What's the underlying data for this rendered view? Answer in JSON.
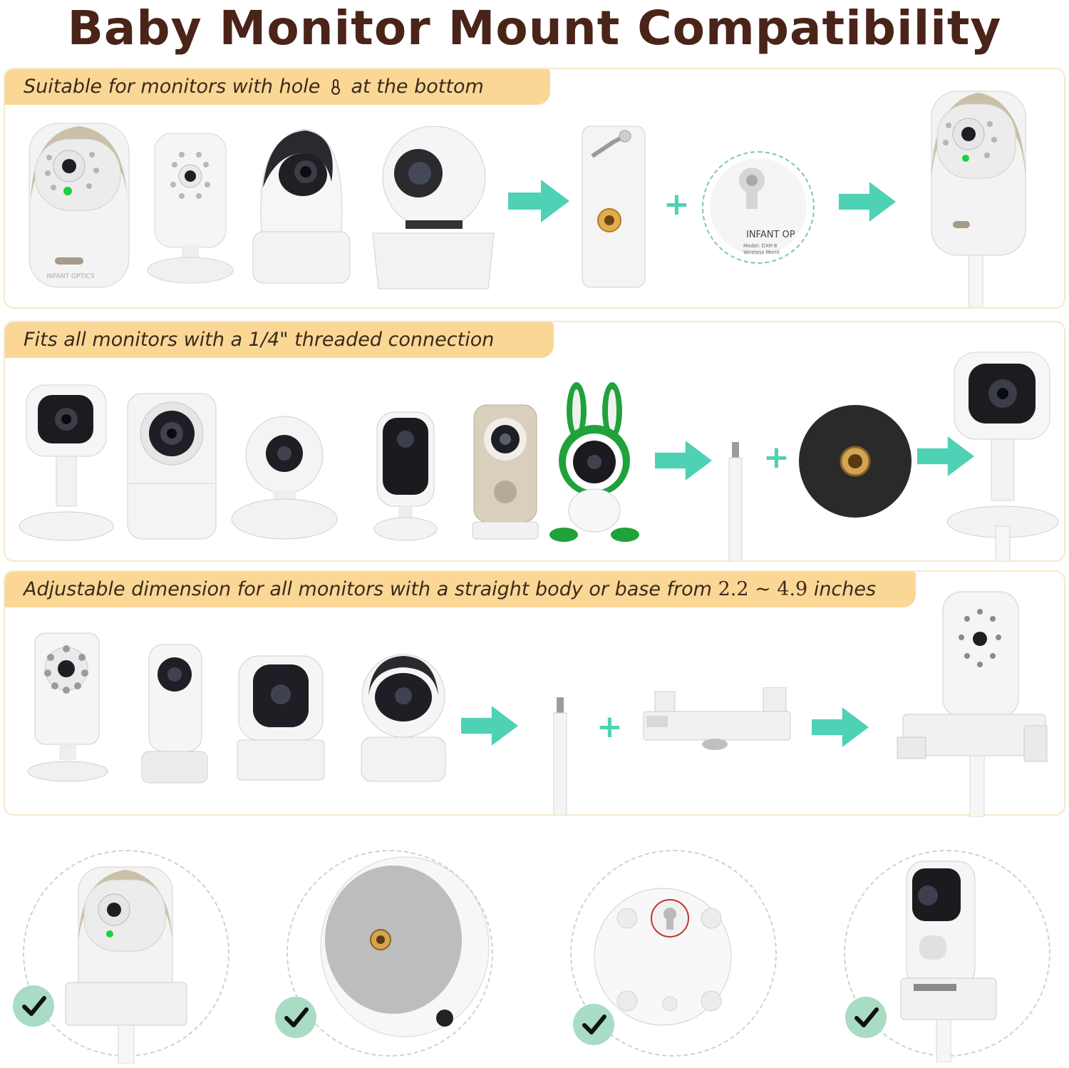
{
  "title": "Baby Monitor Mount Compatibility",
  "sections": [
    {
      "label_pre": "Suitable for monitors with hole",
      "label_post": "at the bottom",
      "icon": "keyhole-icon"
    },
    {
      "label": "Fits all monitors with a 1/4\" threaded connection"
    },
    {
      "label_pre": "Adjustable dimension for all monitors with a straight body or base from ",
      "range": "2.2 ~ 4.9",
      "label_post": " inches"
    }
  ],
  "brand_text": "INFANT OPTICS",
  "model_label": "INFANT OP",
  "model_sub": "Model: DXR-8",
  "model_sub2": "Wireless Monit",
  "colors": {
    "title": "#4a2418",
    "label_bg": "#fbd796",
    "accent": "#4fd1b5",
    "check_bg": "#a9dcc4",
    "border": "#f6e9c9"
  },
  "plus_symbol": "+",
  "check_icons": [
    "checkmark-icon",
    "checkmark-icon",
    "checkmark-icon",
    "checkmark-icon"
  ]
}
